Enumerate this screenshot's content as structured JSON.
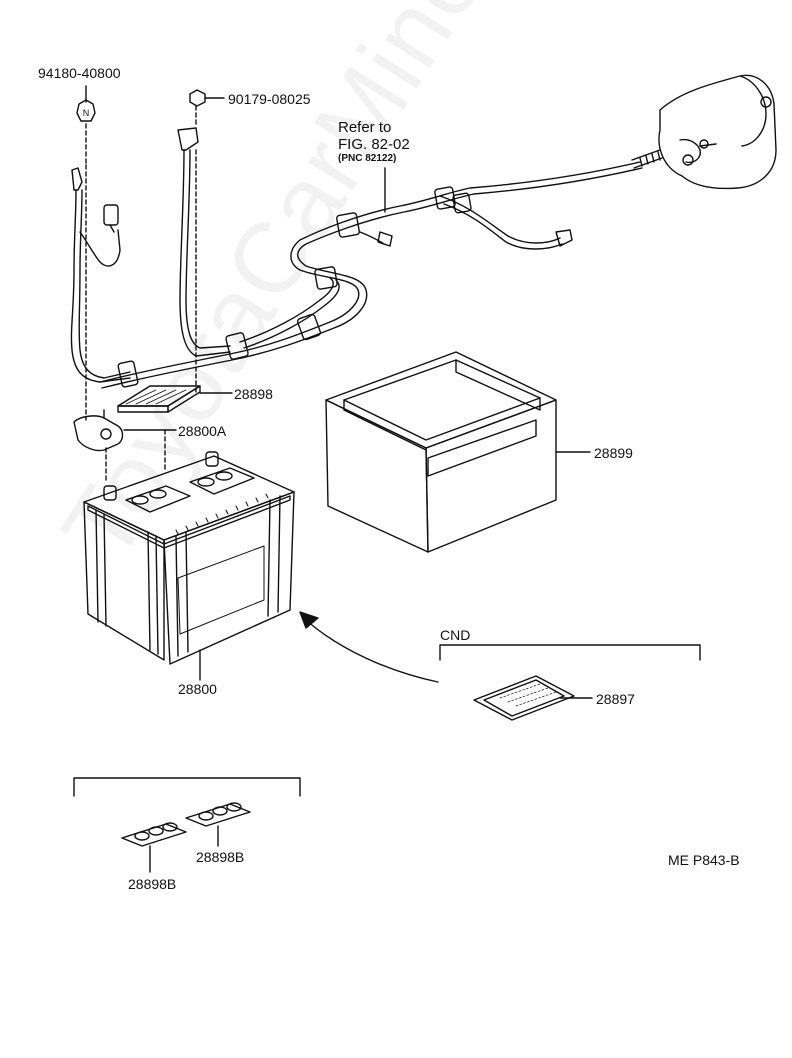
{
  "labels": {
    "p94180": "94180-40800",
    "p90179": "90179-08025",
    "refer_line1": "Refer to",
    "refer_line2": "FIG. 82-02",
    "refer_line3": "(PNC 82122)",
    "p28898": "28898",
    "p28800A": "28800A",
    "p28899": "28899",
    "p28800": "28800",
    "cnd": "CND",
    "p28897": "28897",
    "p28898B_left": "28898B",
    "p28898B_right": "28898B",
    "diagram_code": "ME  P843-B",
    "watermark": "ToyotaCarMine.ru"
  },
  "nut_symbol": "N",
  "colors": {
    "ink": "#111111",
    "watermark": "#e9e9e9"
  }
}
